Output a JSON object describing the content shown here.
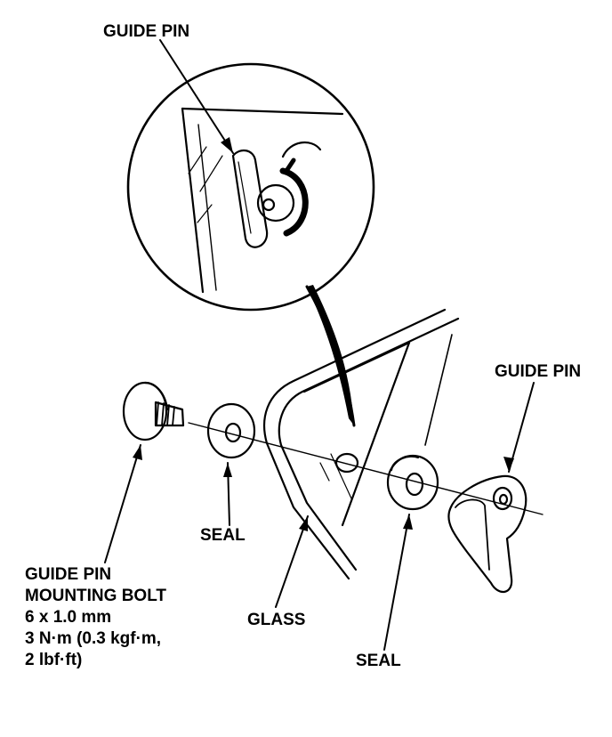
{
  "labels": {
    "guide_pin_top": "GUIDE PIN",
    "guide_pin_right": "GUIDE PIN",
    "seal_left": "SEAL",
    "seal_right": "SEAL",
    "glass": "GLASS",
    "bolt_lines": [
      "GUIDE PIN",
      "MOUNTING BOLT",
      "6 x 1.0 mm",
      "3 N·m (0.3 kgf·m,",
      "2 lbf·ft)"
    ]
  },
  "colors": {
    "ink": "#000000",
    "paper": "#ffffff"
  }
}
